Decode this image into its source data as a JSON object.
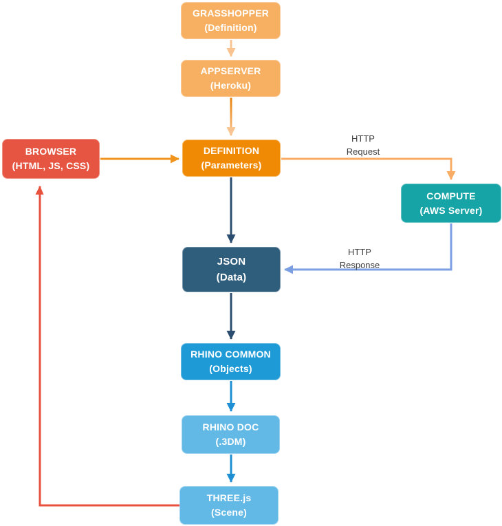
{
  "diagram": {
    "nodes": {
      "grasshopper": {
        "title": "GRASSHOPPER",
        "subtitle": "(Definition)",
        "color": "#F7B061"
      },
      "appserver": {
        "title": "APPSERVER",
        "subtitle": "(Heroku)",
        "color": "#F7B061"
      },
      "browser": {
        "title": "BROWSER",
        "subtitle": "(HTML, JS, CSS)",
        "color": "#E55542"
      },
      "definition": {
        "title": "DEFINITION",
        "subtitle": "(Parameters)",
        "color": "#F08A04"
      },
      "compute": {
        "title": "COMPUTE",
        "subtitle": "(AWS Server)",
        "color": "#16A4A6"
      },
      "json": {
        "title": "JSON",
        "subtitle": "(Data)",
        "color": "#2F5D7C"
      },
      "rhino_common": {
        "title": "RHINO COMMON",
        "subtitle": "(Objects)",
        "color": "#1E9AD6"
      },
      "rhino_doc": {
        "title": "RHINO DOC",
        "subtitle": "(.3DM)",
        "color": "#63B9E6"
      },
      "threejs": {
        "title": "THREE.js",
        "subtitle": "(Scene)",
        "color": "#63B9E6"
      }
    },
    "edge_labels": {
      "http_request": {
        "line1": "HTTP",
        "line2": "Request"
      },
      "http_response": {
        "line1": "HTTP",
        "line2": "Response"
      }
    },
    "arrow_colors": {
      "light_orange": "#F9AC66",
      "peach": "#F9C491",
      "orange": "#F0941E",
      "dark_orange": "#E8820C",
      "navy": "#2B4D6F",
      "blue": "#1E8FD3",
      "cornflower": "#7B9FE0",
      "red": "#E8513D"
    }
  }
}
